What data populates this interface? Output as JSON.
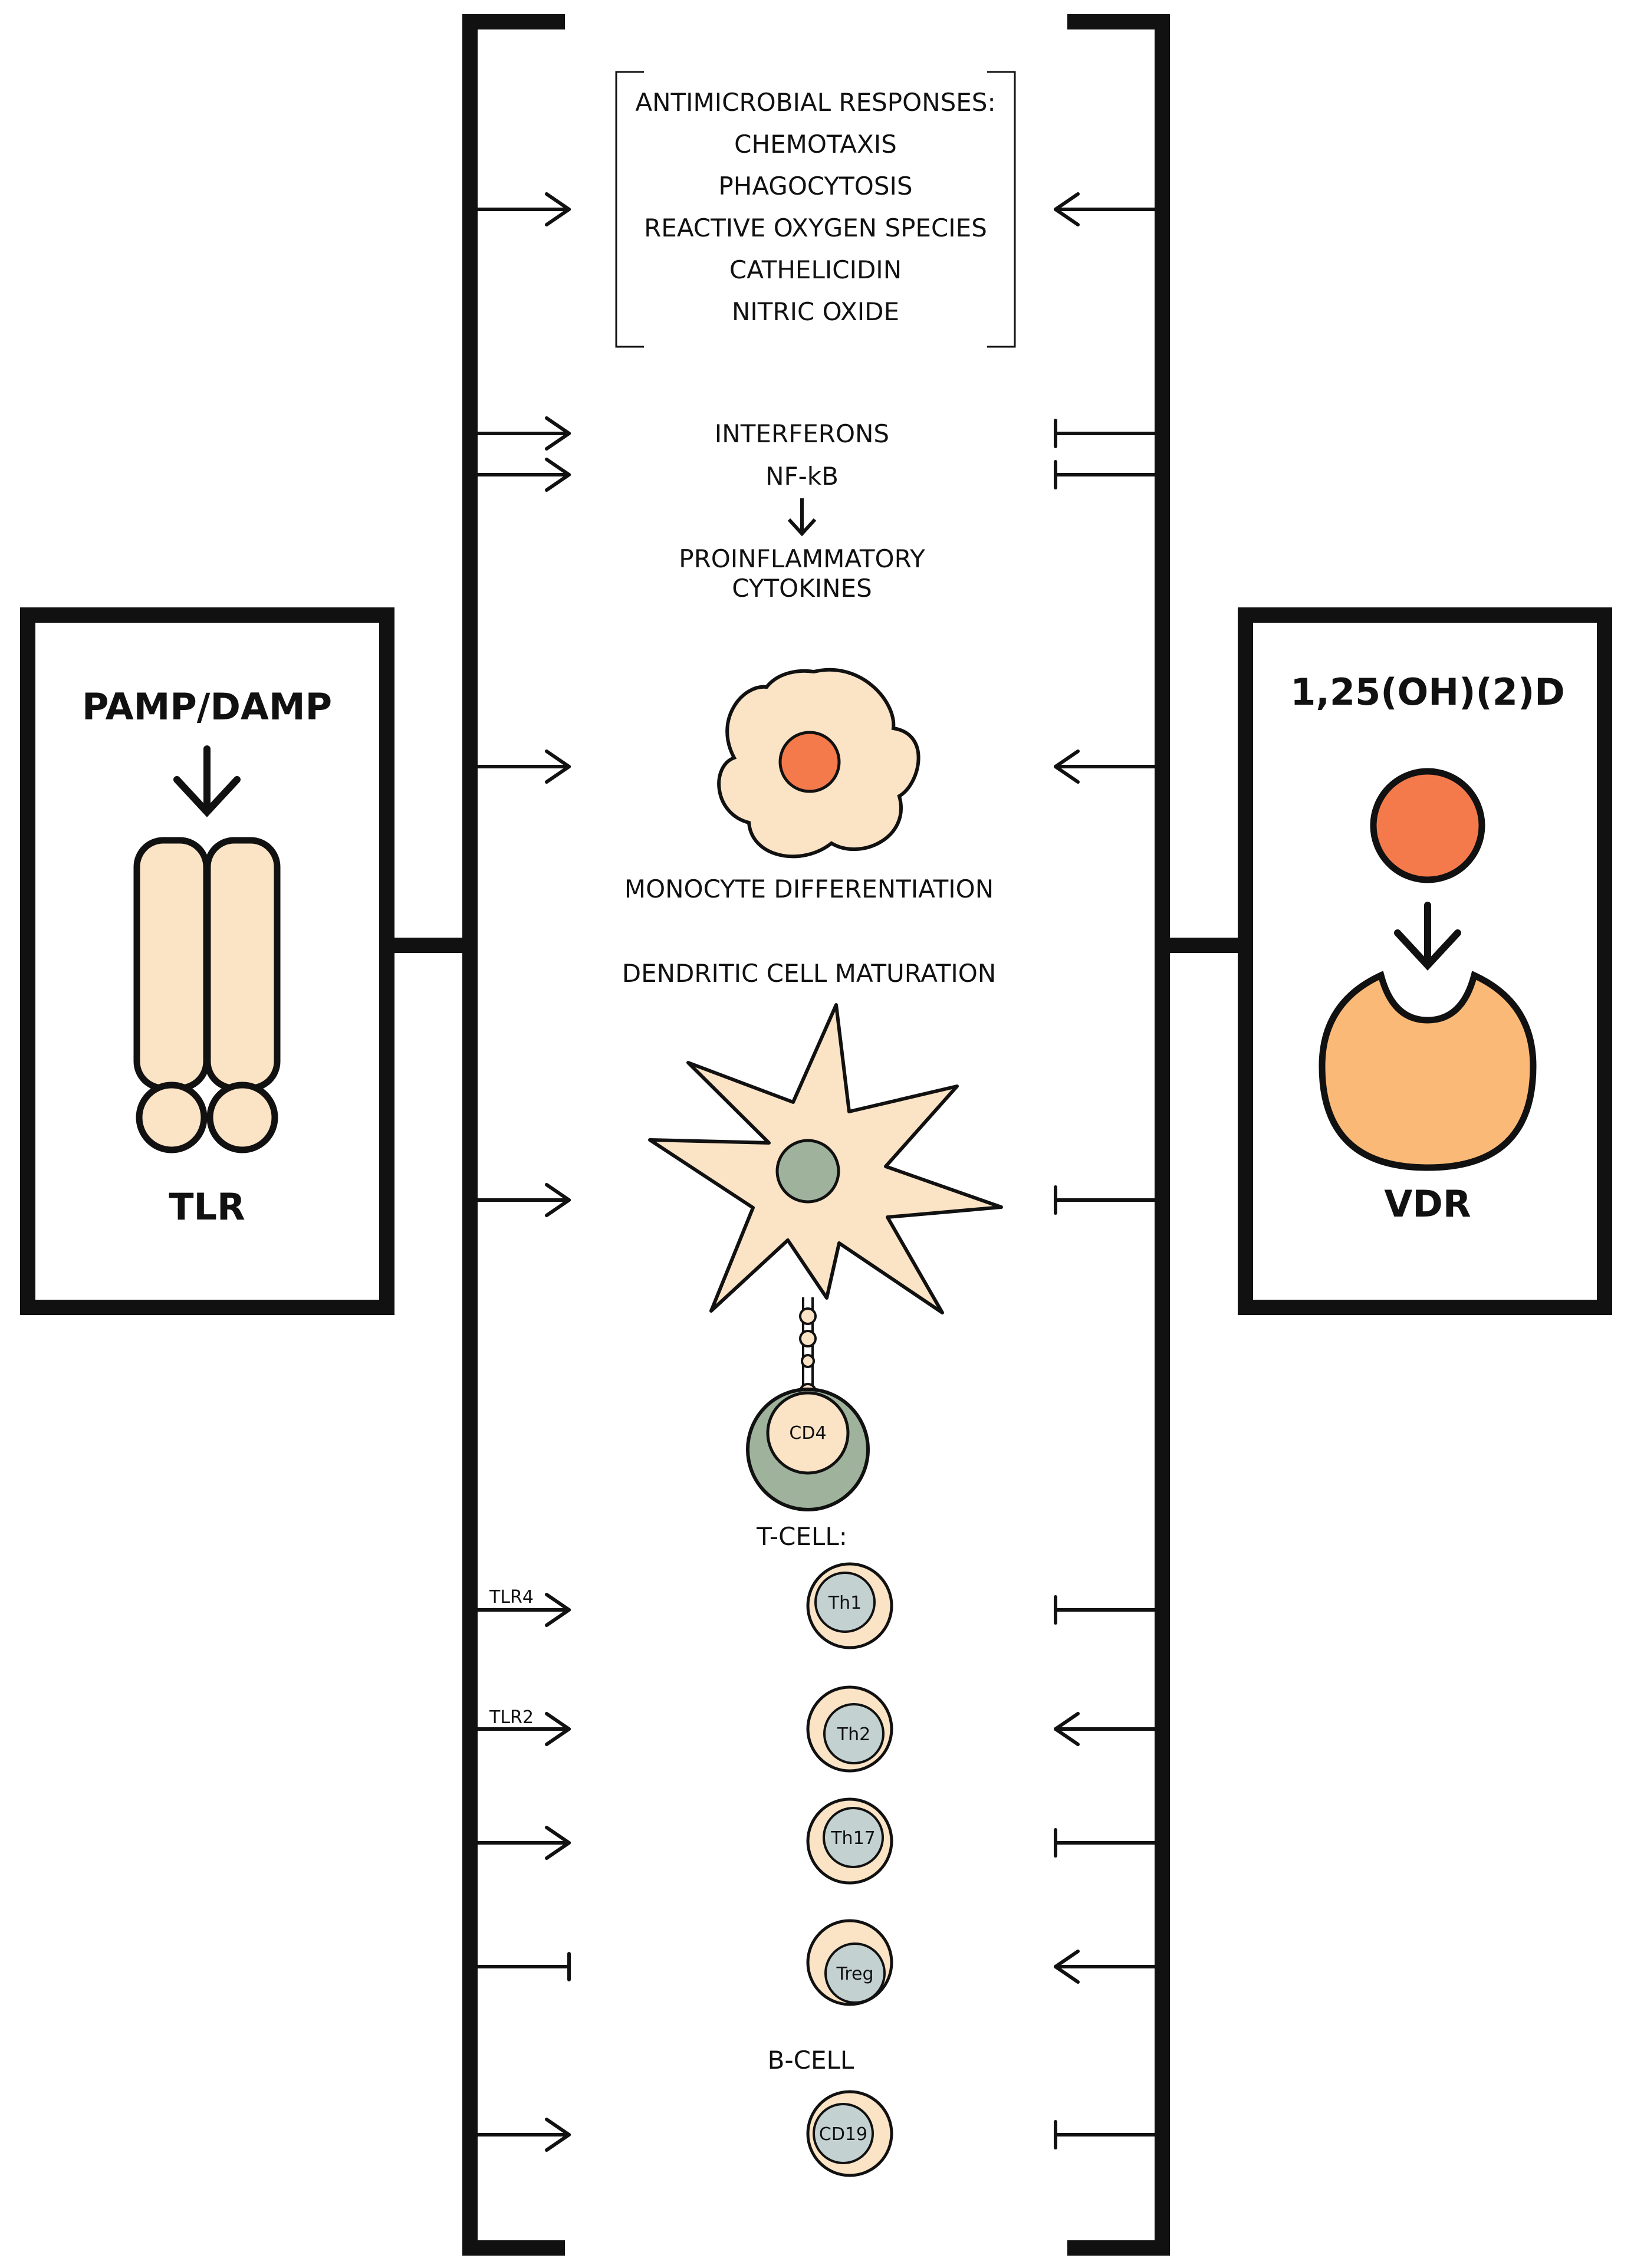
{
  "left_box": {
    "top_label": "PAMP/DAMP",
    "bottom_label": "TLR"
  },
  "right_box": {
    "top_label": "1,25(OH)(2)D",
    "bottom_label": "VDR"
  },
  "antimicrobial": {
    "heading": "ANTIMICROBIAL RESPONSES:",
    "items": [
      "CHEMOTAXIS",
      "PHAGOCYTOSIS",
      "REACTIVE OXYGEN SPECIES",
      "CATHELICIDIN",
      "NITRIC OXIDE"
    ]
  },
  "inflammation": {
    "interferons": "INTERFERONS",
    "nfkb": "NF-kB",
    "cytokines_line1": "PROINFLAMMATORY",
    "cytokines_line2": "CYTOKINES"
  },
  "monocyte_label": "MONOCYTE DIFFERENTIATION",
  "dendritic_label": "DENDRITIC CELL MATURATION",
  "cd4_label": "CD4",
  "tcell_label": "T-CELL:",
  "tcells": [
    {
      "name": "Th1",
      "left_effect": "activate",
      "right_effect": "inhibit",
      "left_label": "TLR4"
    },
    {
      "name": "Th2",
      "left_effect": "activate",
      "right_effect": "activate",
      "left_label": "TLR2"
    },
    {
      "name": "Th17",
      "left_effect": "activate",
      "right_effect": "inhibit",
      "left_label": ""
    },
    {
      "name": "Treg",
      "left_effect": "inhibit",
      "right_effect": "activate",
      "left_label": ""
    }
  ],
  "bcell_label": "B-CELL",
  "bcell": {
    "name": "CD19",
    "left_effect": "activate",
    "right_effect": "inhibit"
  },
  "effects": {
    "antimicrobial": {
      "left": "activate",
      "right": "activate"
    },
    "interferons": {
      "left": "activate",
      "right": "inhibit"
    },
    "nfkb": {
      "left": "activate",
      "right": "inhibit"
    },
    "monocyte": {
      "left": "activate",
      "right": "activate"
    },
    "dendritic": {
      "left": "activate",
      "right": "inhibit"
    }
  },
  "colors": {
    "cell_fill": "#fbe3c6",
    "monocyte_nucleus": "#f47a4c",
    "vitd_ligand": "#f47a4c",
    "vdr_receptor": "#fbb978",
    "dendritic_nucleus": "#9fb39c",
    "tcell_outer": "#9fb39c",
    "tcell_nucleus": "#c3d1d1",
    "line": "#111111"
  }
}
